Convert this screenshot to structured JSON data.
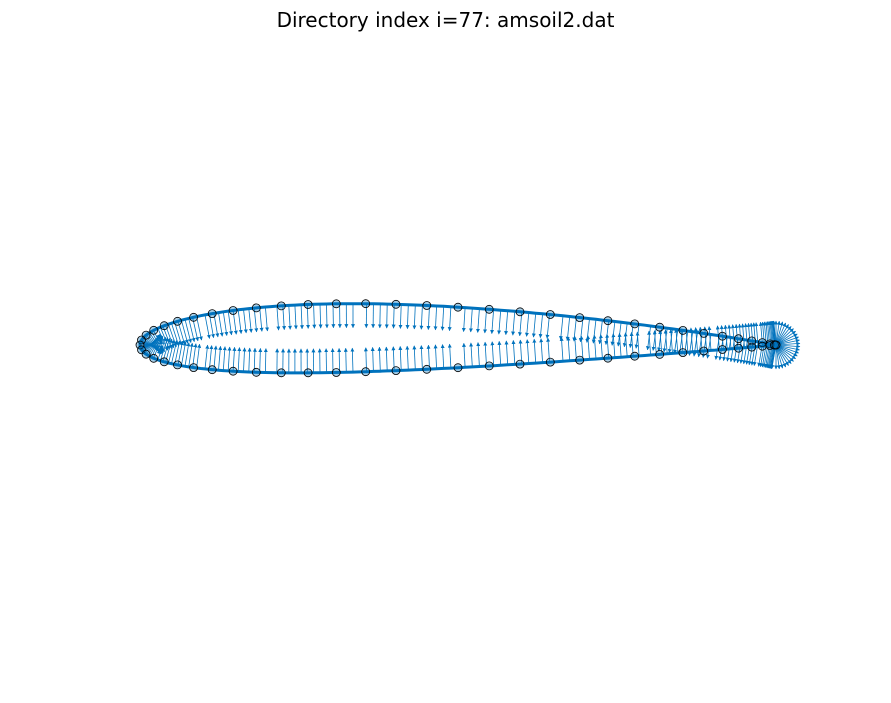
{
  "figure": {
    "title": "Directory index i=77: amsoil2.dat"
  },
  "colors": {
    "background": "#ffffff",
    "contour": "#0072bd",
    "normals": "#0072bd",
    "points_edge": "#000000",
    "points_fill": "#0072bd"
  },
  "airfoil": {
    "name": "amsoil2.dat",
    "max_thickness_fraction": 0.108,
    "thickness_position_fraction": 0.3,
    "camber_fraction": 0.012,
    "marker_count": 64,
    "normal_count": 260
  }
}
